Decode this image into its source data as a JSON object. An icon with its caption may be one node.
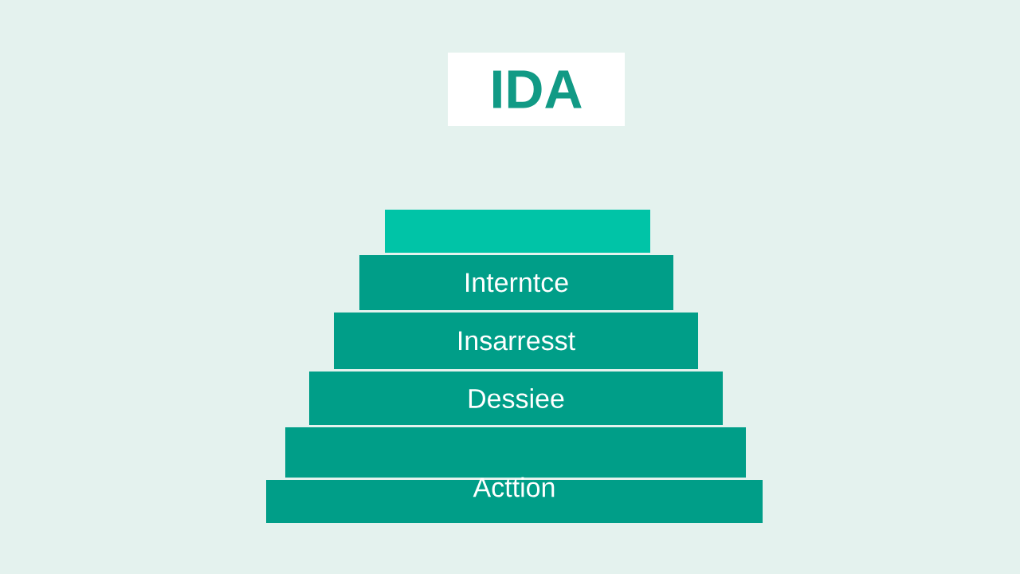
{
  "diagram": {
    "title": "IDA",
    "nodes": [
      {
        "text": [],
        "shape": "bar"
      },
      {
        "text": [
          "Interntce"
        ]
      },
      {
        "text": [
          "Insarresst"
        ]
      },
      {
        "text": [
          "Dessiee"
        ]
      },
      {
        "text": [],
        "shape": "bar"
      },
      {
        "text": [
          "Acttion"
        ]
      }
    ]
  }
}
